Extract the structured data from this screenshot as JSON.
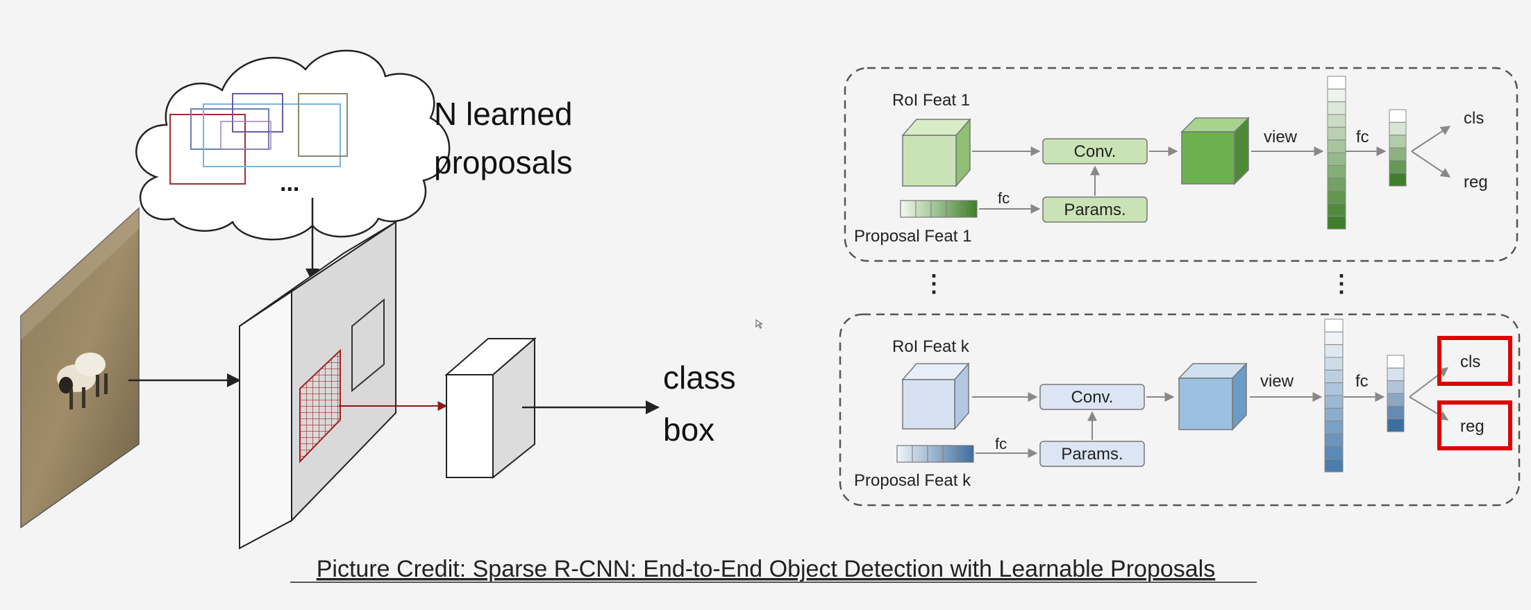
{
  "left": {
    "cloud_text": "N learned\nproposals",
    "cloud_ellipsis": "...",
    "output_line1": "class",
    "output_line2": "box"
  },
  "right": {
    "block1": {
      "roi_label": "RoI Feat 1",
      "conv_label": "Conv.",
      "params_label": "Params.",
      "fc_label": "fc",
      "proposal_label": "Proposal Feat 1",
      "view_label": "view",
      "fc2_label": "fc",
      "cls_label": "cls",
      "reg_label": "reg"
    },
    "block2": {
      "roi_label": "RoI Feat k",
      "conv_label": "Conv.",
      "params_label": "Params.",
      "fc_label": "fc",
      "proposal_label": "Proposal Feat k",
      "view_label": "view",
      "fc2_label": "fc",
      "cls_label": "cls",
      "reg_label": "reg"
    },
    "dots": "⋮"
  },
  "caption": "Picture Credit: Sparse R-CNN: End-to-End Object Detection with Learnable Proposals",
  "colors": {
    "green_light": "#c9e3b6",
    "green_dark": "#5a9a40",
    "blue_light": "#d6e2f2",
    "blue_dark": "#4f7fb0",
    "highlight_red": "#e00000",
    "dark_red": "#8b1a1a"
  }
}
